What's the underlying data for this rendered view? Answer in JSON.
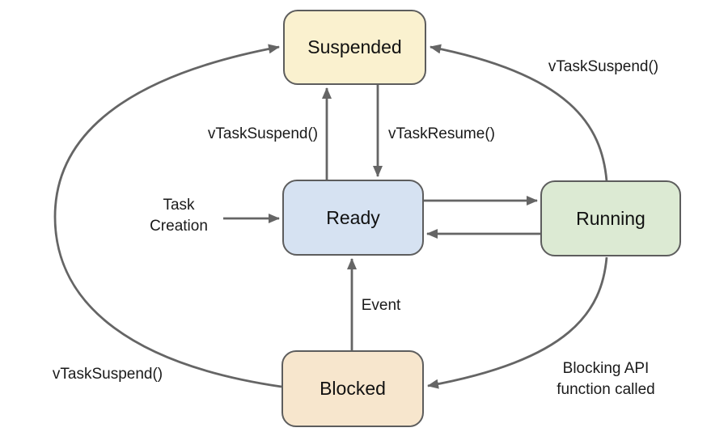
{
  "states": {
    "suspended": {
      "label": "Suspended",
      "fill": "#faf1cf"
    },
    "ready": {
      "label": "Ready",
      "fill": "#d6e2f2"
    },
    "running": {
      "label": "Running",
      "fill": "#dcead3"
    },
    "blocked": {
      "label": "Blocked",
      "fill": "#f7e6cd"
    }
  },
  "transitions": {
    "ready_to_suspended": {
      "from": "Ready",
      "to": "Suspended",
      "label": "vTaskSuspend()"
    },
    "suspended_to_ready": {
      "from": "Suspended",
      "to": "Ready",
      "label": "vTaskResume()"
    },
    "ready_to_running": {
      "from": "Ready",
      "to": "Running",
      "label": ""
    },
    "running_to_ready": {
      "from": "Running",
      "to": "Ready",
      "label": ""
    },
    "running_to_suspended": {
      "from": "Running",
      "to": "Suspended",
      "label": "vTaskSuspend()"
    },
    "running_to_blocked": {
      "from": "Running",
      "to": "Blocked",
      "label": "Blocking API function called"
    },
    "blocked_to_ready": {
      "from": "Blocked",
      "to": "Ready",
      "label": "Event"
    },
    "blocked_to_suspended": {
      "from": "Blocked",
      "to": "Suspended",
      "label": "vTaskSuspend()"
    },
    "task_creation_to_ready": {
      "from": "Task Creation",
      "to": "Ready",
      "label": "Task Creation"
    }
  },
  "colors": {
    "box_border": "#5d5d5d",
    "arrow_stroke": "#656565",
    "label_text": "#1a1a1a",
    "canvas_background": "#ffffff"
  }
}
